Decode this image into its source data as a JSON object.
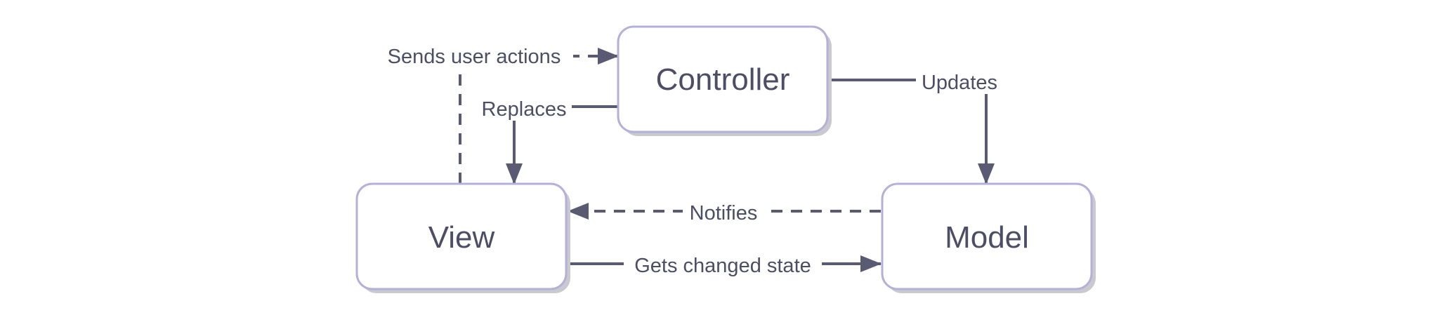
{
  "colors": {
    "node_border": "#b4b0d8",
    "node_fill": "#ffffff",
    "node_shadow": "#c9c9cf",
    "edge": "#5a5a72",
    "text": "#4d4d66"
  },
  "nodes": {
    "controller": {
      "label": "Controller"
    },
    "view": {
      "label": "View"
    },
    "model": {
      "label": "Model"
    }
  },
  "edges": {
    "view_to_controller": {
      "label": "Sends user actions",
      "style": "dashed"
    },
    "controller_to_view": {
      "label": "Replaces",
      "style": "solid"
    },
    "controller_to_model": {
      "label": "Updates",
      "style": "solid"
    },
    "model_to_view": {
      "label": "Notifies",
      "style": "dashed"
    },
    "view_to_model": {
      "label": "Gets changed state",
      "style": "solid"
    }
  }
}
